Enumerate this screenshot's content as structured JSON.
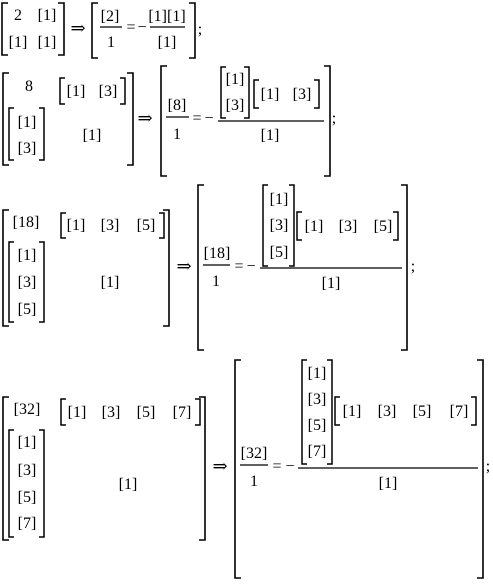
{
  "equations": [
    {
      "corner": "2",
      "row": [
        "1"
      ],
      "col": [
        "1"
      ],
      "sub": "1",
      "rhs_num": "[2]",
      "rhs_den": "1",
      "fraction_numerator_text": "[1][1]",
      "fraction_denominator": "[1]",
      "terminator": ";"
    },
    {
      "corner": "8",
      "row": [
        "1",
        "3"
      ],
      "col": [
        "1",
        "3"
      ],
      "sub": "1",
      "rhs_num": "[8]",
      "rhs_den": "1",
      "fraction_denominator": "[1]",
      "terminator": ";"
    },
    {
      "corner": "[18]",
      "row": [
        "1",
        "3",
        "5"
      ],
      "col": [
        "1",
        "3",
        "5"
      ],
      "sub": "1",
      "rhs_num": "[18]",
      "rhs_den": "1",
      "fraction_denominator": "[1]",
      "terminator": ";"
    },
    {
      "corner": "[32]",
      "row": [
        "1",
        "3",
        "5",
        "7"
      ],
      "col": [
        "1",
        "3",
        "5",
        "7"
      ],
      "sub": "1",
      "rhs_num": "[32]",
      "rhs_den": "1",
      "fraction_denominator": "[1]",
      "terminator": ";"
    }
  ],
  "symbols": {
    "implies": "⇒",
    "equals": "=",
    "minus": "−"
  }
}
